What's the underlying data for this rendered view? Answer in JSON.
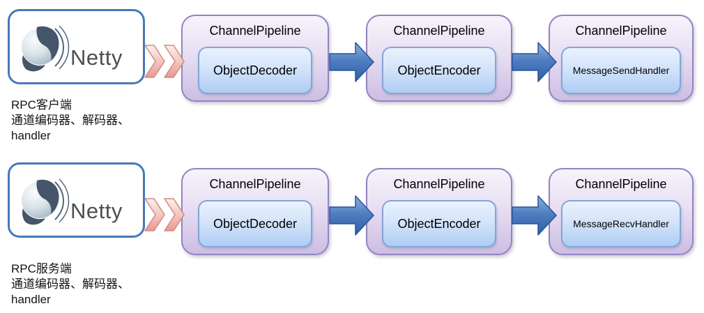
{
  "palette": {
    "netty_box_border": "#4579b8",
    "pipeline_box_border": "#9184c0",
    "pipeline_box_fill_top": "#f7f3fb",
    "pipeline_box_fill_bottom": "#cdbde3",
    "handler_box_border": "#84a5d8",
    "handler_box_fill_top": "#eaf2fd",
    "handler_box_fill_bottom": "#aecdf3",
    "arrow_fill_top": "#8db0e0",
    "arrow_fill_bottom": "#2e5fa3",
    "chevron_fill_top": "#fcf0ee",
    "chevron_fill_bottom": "#e89a92",
    "text_color": "#000000"
  },
  "rows": [
    {
      "name": "rpc-client",
      "logo_text": "Netty",
      "caption_lines": [
        "RPC客户端",
        "通道编码器、解码器、",
        "handler"
      ],
      "pipelines": [
        {
          "title": "ChannelPipeline",
          "handler": "ObjectDecoder"
        },
        {
          "title": "ChannelPipeline",
          "handler": "ObjectEncoder"
        },
        {
          "title": "ChannelPipeline",
          "handler": "MessageSendHandler"
        }
      ]
    },
    {
      "name": "rpc-server",
      "logo_text": "Netty",
      "caption_lines": [
        "RPC服务端",
        "通道编码器、解码器、",
        "handler"
      ],
      "pipelines": [
        {
          "title": "ChannelPipeline",
          "handler": "ObjectDecoder"
        },
        {
          "title": "ChannelPipeline",
          "handler": "ObjectEncoder"
        },
        {
          "title": "ChannelPipeline",
          "handler": "MessageRecvHandler"
        }
      ]
    }
  ]
}
